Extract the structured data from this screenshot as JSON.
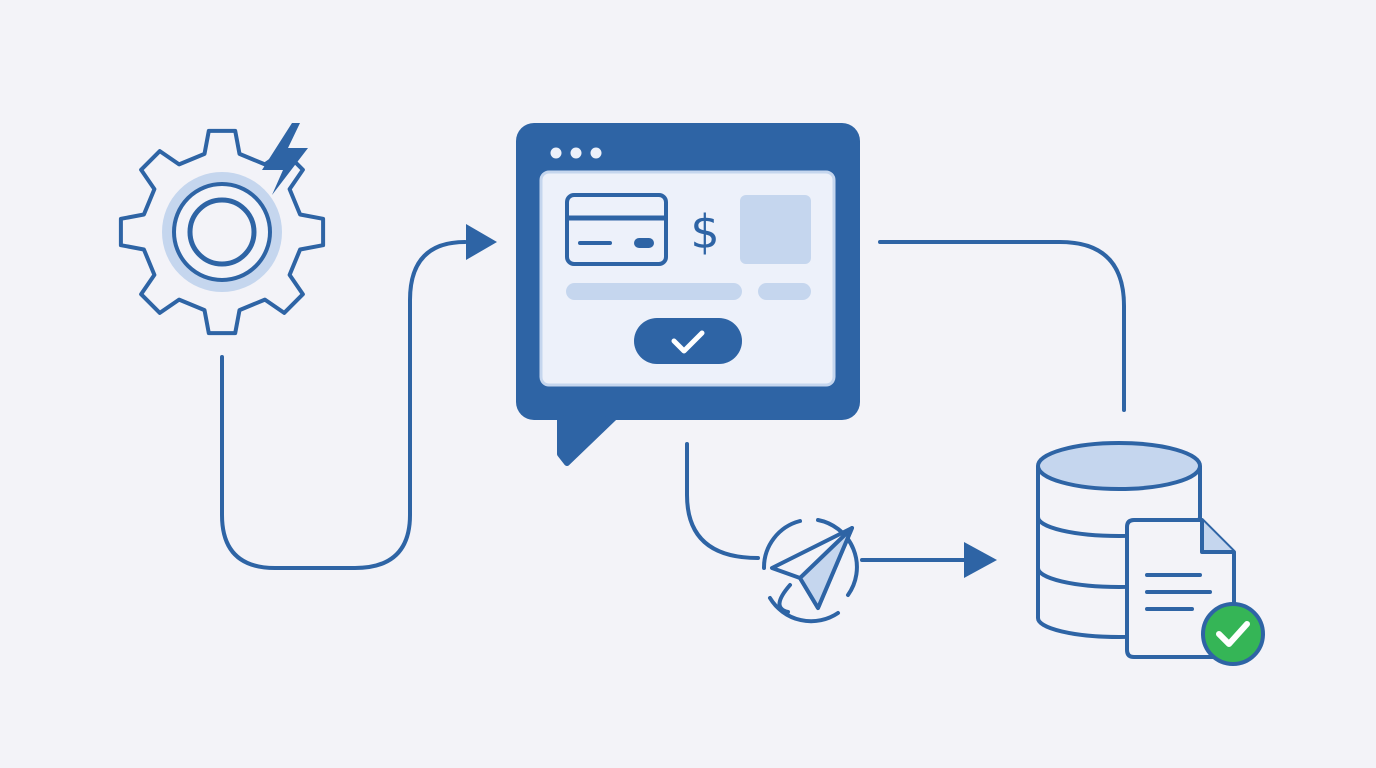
{
  "diagram": {
    "colors": {
      "background": "#f3f3f8",
      "primary": "#2e64a5",
      "light": "#c5d6ee",
      "panel": "#edf1fa",
      "success": "#35b556",
      "white": "#ffffff"
    },
    "nodes": [
      {
        "id": "trigger",
        "icon": "gear-lightning-icon"
      },
      {
        "id": "checkout",
        "icon": "payment-window-icon"
      },
      {
        "id": "send",
        "icon": "paper-plane-icon"
      },
      {
        "id": "storage",
        "icon": "database-document-check-icon"
      }
    ],
    "edges": [
      {
        "from": "trigger",
        "to": "checkout",
        "arrow": true
      },
      {
        "from": "checkout",
        "to": "send",
        "arrow": false
      },
      {
        "from": "send",
        "to": "storage",
        "arrow": true
      },
      {
        "from": "checkout",
        "to": "storage",
        "arrow": false
      }
    ],
    "checkout": {
      "currency_symbol": "$",
      "window_dots": 3
    }
  }
}
